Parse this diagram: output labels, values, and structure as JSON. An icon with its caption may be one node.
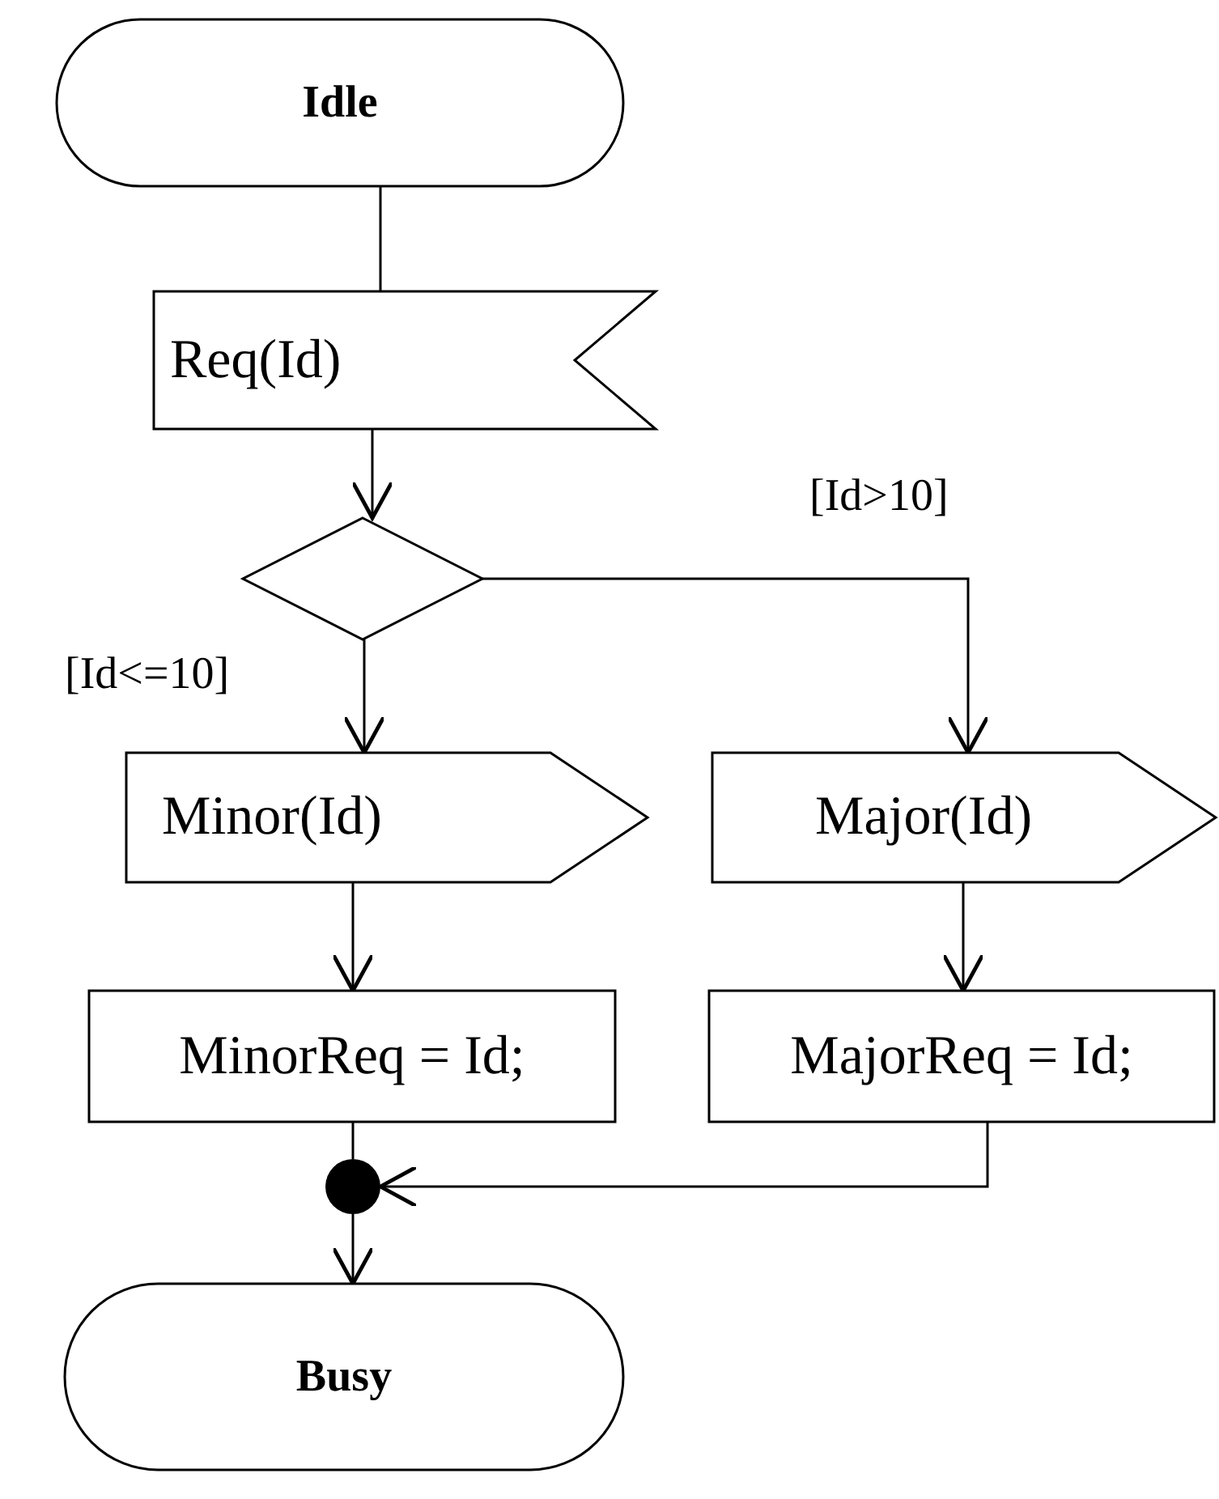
{
  "diagram": {
    "nodes": [
      {
        "text": [
          "Idle"
        ]
      },
      {
        "text": [
          "Req(Id)"
        ]
      },
      {
        "text": [],
        "shape": "diamond"
      },
      {
        "text": [
          "Minor(Id)"
        ]
      },
      {
        "text": [
          "Major(Id)"
        ]
      },
      {
        "text": [
          "MinorReq = Id;"
        ]
      },
      {
        "text": [
          "MajorReq = Id;"
        ]
      },
      {
        "text": [],
        "shape": "circle"
      },
      {
        "text": [
          "Busy"
        ]
      }
    ],
    "edges": [
      {
        "from": 0,
        "to": 1,
        "arrow": "none"
      },
      {
        "from": 1,
        "to": 2,
        "arrow": "to"
      },
      {
        "from": 2,
        "to": 4,
        "arrow": "to",
        "label": "[Id>10]"
      },
      {
        "from": 2,
        "to": 3,
        "arrow": "to",
        "label": "[Id<=10]"
      },
      {
        "from": 3,
        "to": 5,
        "arrow": "to"
      },
      {
        "from": 4,
        "to": 6,
        "arrow": "to"
      },
      {
        "from": 5,
        "to": 7,
        "arrow": "none"
      },
      {
        "from": 6,
        "to": 7,
        "arrow": "to"
      },
      {
        "from": 7,
        "to": 8,
        "arrow": "to"
      }
    ]
  }
}
